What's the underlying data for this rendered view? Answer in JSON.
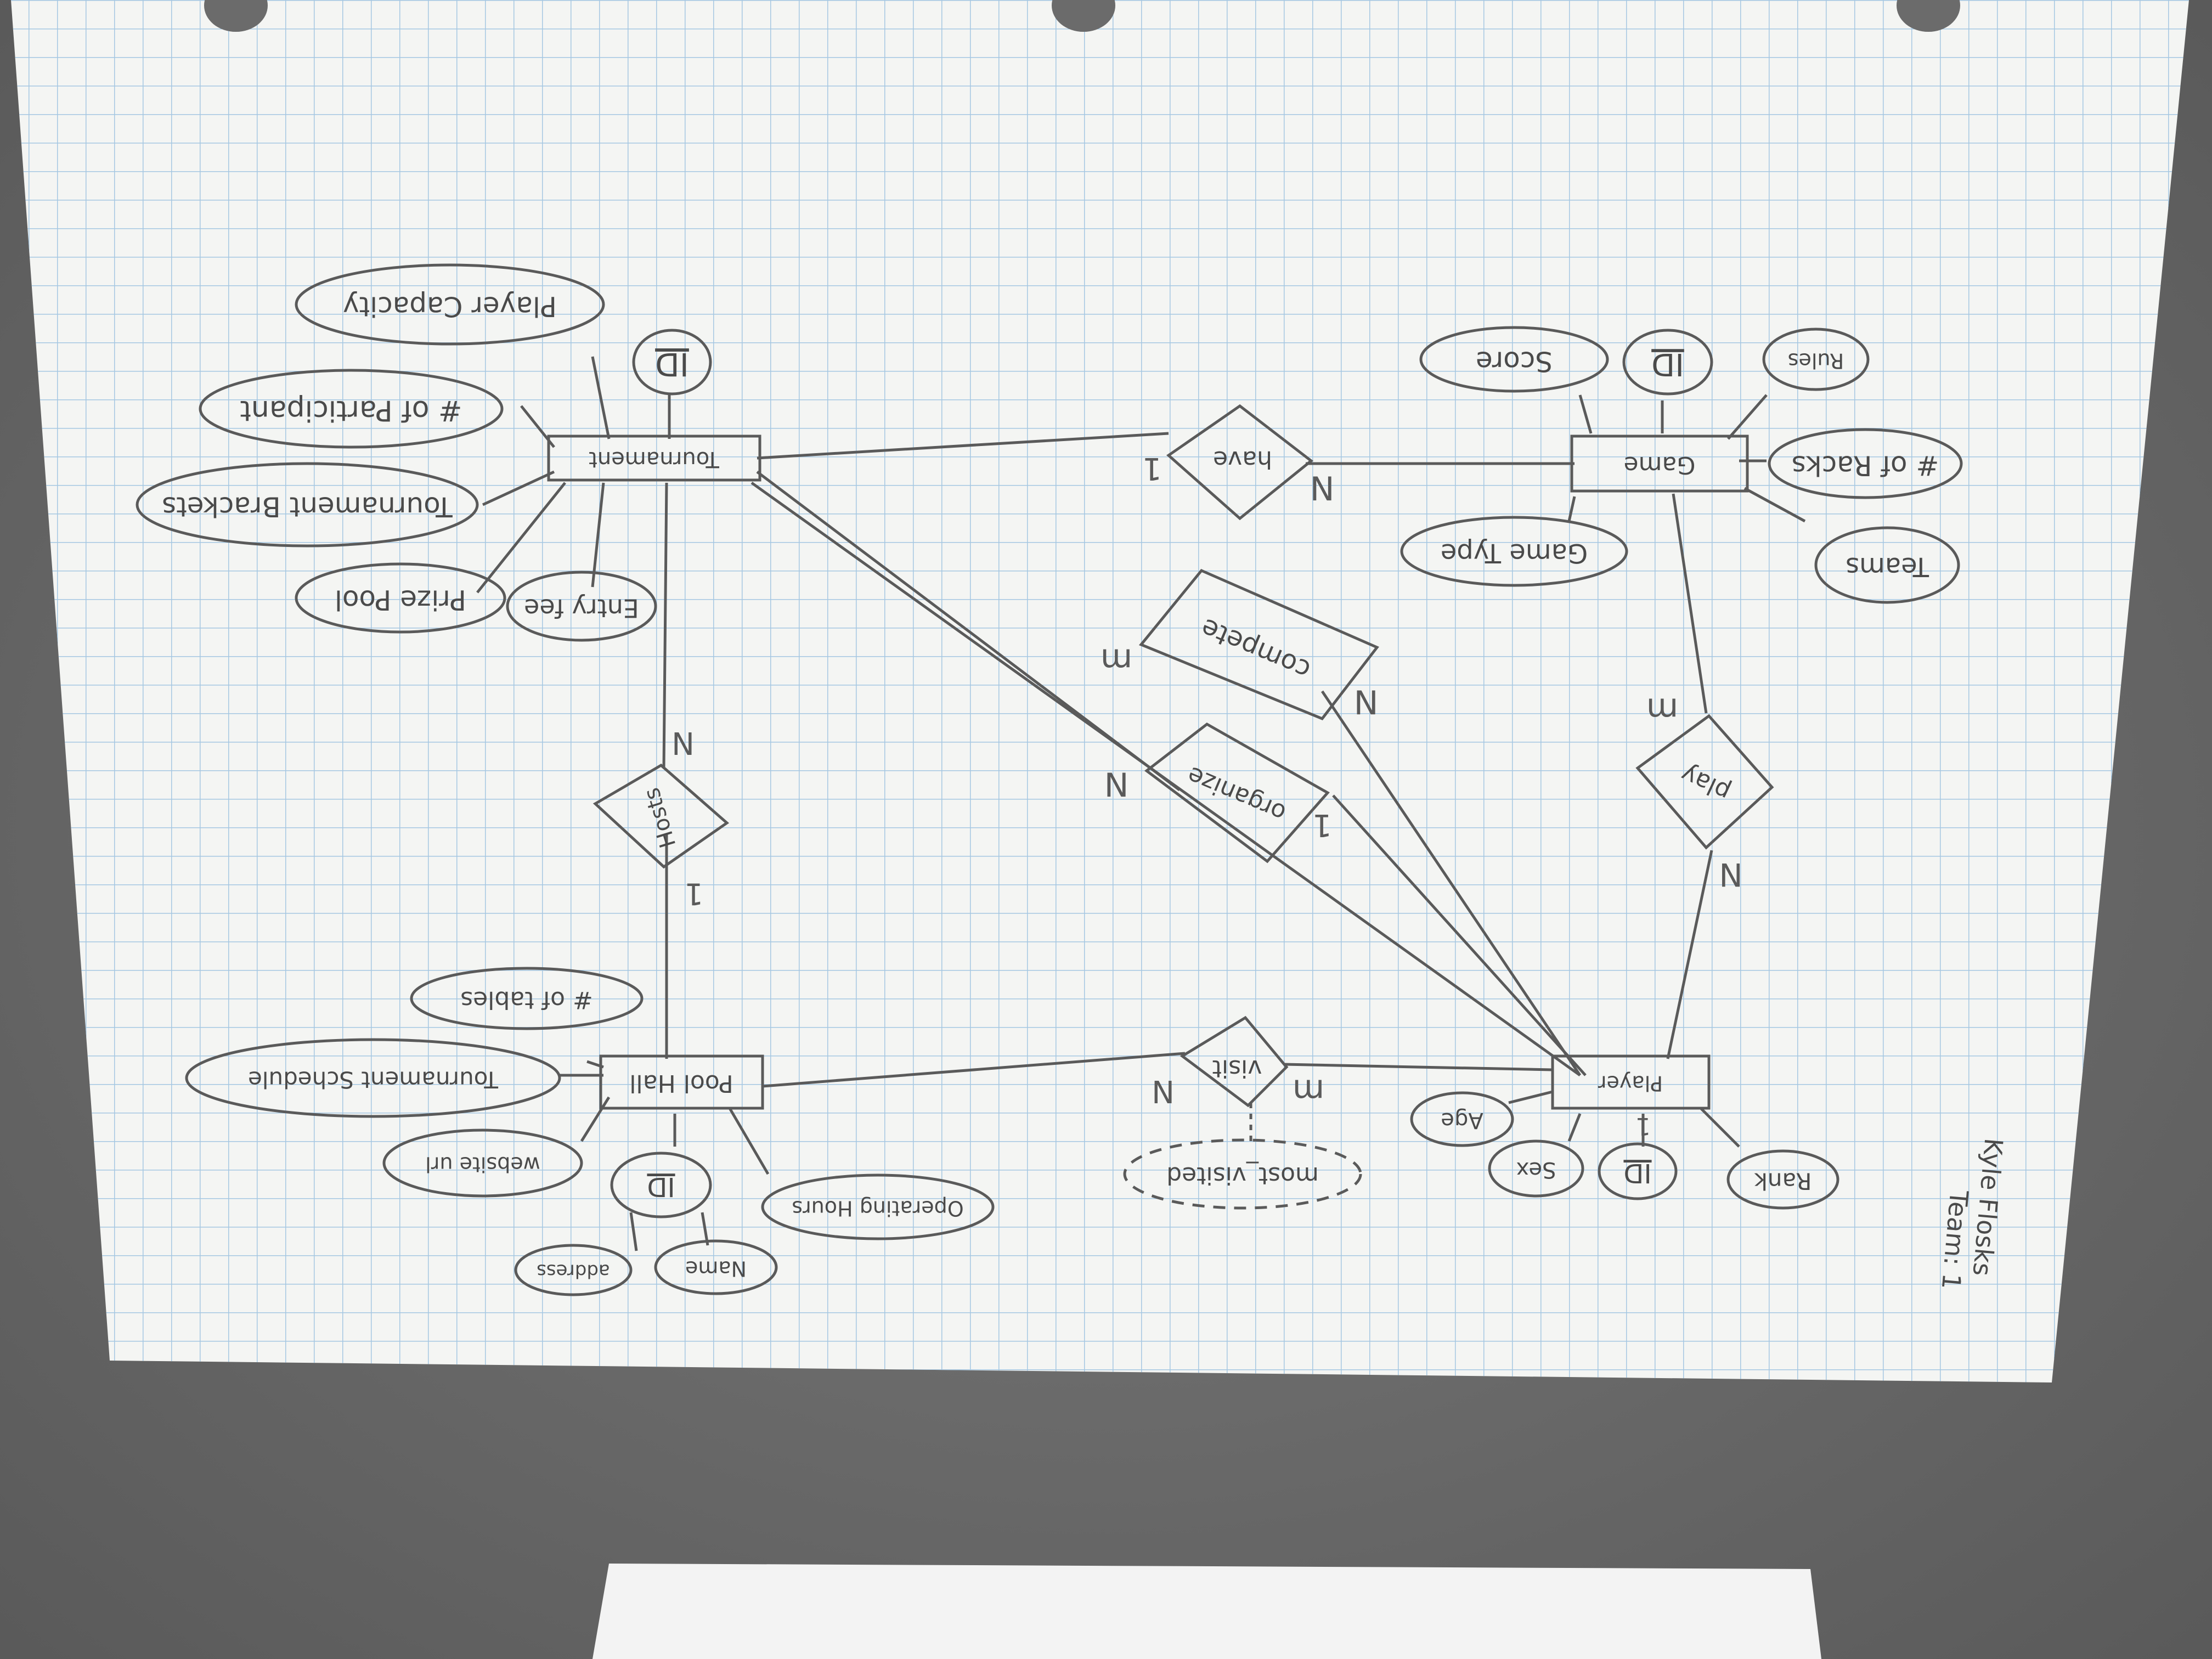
{
  "colors": {
    "table": "#6b6b6b",
    "paper": "#f4f5f3",
    "grid": "#8ab7dc",
    "pencil": "#5a5a5a",
    "signature": "#8a8a8a"
  },
  "diagram": {
    "orientation": "rotated 180 degrees",
    "entities": [
      {
        "id": "tournament",
        "label": "Tournament"
      },
      {
        "id": "game",
        "label": "Game"
      },
      {
        "id": "player",
        "label": "Player"
      },
      {
        "id": "pool_hall",
        "label": "Pool Hall"
      }
    ],
    "relationships": [
      {
        "id": "have",
        "label": "have"
      },
      {
        "id": "compete",
        "label": "compete"
      },
      {
        "id": "organize",
        "label": "organize"
      },
      {
        "id": "play",
        "label": "play"
      },
      {
        "id": "hosts",
        "label": "Hosts"
      },
      {
        "id": "visit",
        "label": "visit"
      }
    ],
    "attributes": [
      {
        "id": "t_player_capacity",
        "label": "Player Capacity"
      },
      {
        "id": "t_id",
        "label": "ID"
      },
      {
        "id": "t_num_participant",
        "label": "# of Participant"
      },
      {
        "id": "t_brackets",
        "label": "Tournament Brackets"
      },
      {
        "id": "t_prize_pool",
        "label": "Prize Pool"
      },
      {
        "id": "t_entry_fee",
        "label": "Entry fee"
      },
      {
        "id": "g_score",
        "label": "Score"
      },
      {
        "id": "g_id",
        "label": "ID"
      },
      {
        "id": "g_rules",
        "label": "Rules"
      },
      {
        "id": "g_racks",
        "label": "# of Racks"
      },
      {
        "id": "g_type",
        "label": "Game Type"
      },
      {
        "id": "g_teams",
        "label": "Teams"
      },
      {
        "id": "p_age",
        "label": "Age"
      },
      {
        "id": "p_sex",
        "label": "Sex"
      },
      {
        "id": "p_id",
        "label": "ID"
      },
      {
        "id": "p_rank",
        "label": "Rank"
      },
      {
        "id": "h_tables",
        "label": "# of tables"
      },
      {
        "id": "h_schedule",
        "label": "Tournament Schedule"
      },
      {
        "id": "h_website",
        "label": "website url"
      },
      {
        "id": "h_id",
        "label": "ID"
      },
      {
        "id": "h_hours",
        "label": "Operating Hours"
      },
      {
        "id": "h_name",
        "label": "Name"
      },
      {
        "id": "h_address",
        "label": "address"
      },
      {
        "id": "v_most_visited",
        "label": "most_visited"
      }
    ],
    "cardinalities": [
      {
        "id": "have_1",
        "label": "1"
      },
      {
        "id": "have_n",
        "label": "N"
      },
      {
        "id": "compete_m",
        "label": "m"
      },
      {
        "id": "compete_n",
        "label": "N"
      },
      {
        "id": "organize_n",
        "label": "N"
      },
      {
        "id": "organize_1",
        "label": "1"
      },
      {
        "id": "play_m",
        "label": "m"
      },
      {
        "id": "play_n",
        "label": "N"
      },
      {
        "id": "hosts_n",
        "label": "N"
      },
      {
        "id": "hosts_1",
        "label": "1"
      },
      {
        "id": "visit_n",
        "label": "N"
      },
      {
        "id": "visit_m",
        "label": "m"
      },
      {
        "id": "player_id_1",
        "label": "1"
      }
    ],
    "signature": {
      "name": "Kyle Flosks",
      "team": "Team: 1"
    }
  }
}
